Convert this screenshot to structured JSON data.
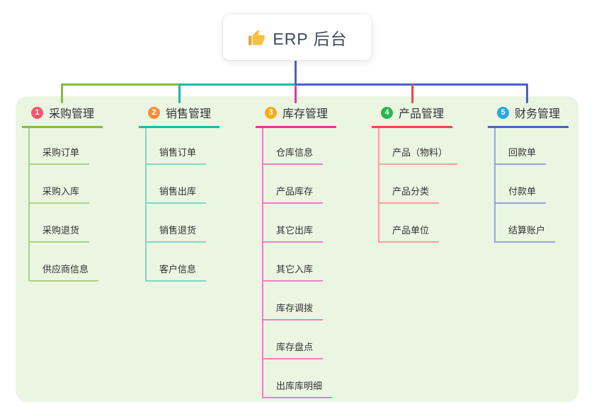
{
  "root": {
    "label": "ERP 后台",
    "icon": "thumbs-up-icon",
    "stem_color": "#4a60cb"
  },
  "canvas": {
    "panel_bg": "#eaf5e2"
  },
  "branches": [
    {
      "badge": "1",
      "label": "采购管理",
      "badge_color": "#f4586e",
      "line_color": "#82bd3e",
      "child_line_color": "#a9d385",
      "children": [
        "采购订单",
        "采购入库",
        "采购退货",
        "供应商信息"
      ]
    },
    {
      "badge": "2",
      "label": "销售管理",
      "badge_color": "#f7903e",
      "line_color": "#1cb8ae",
      "child_line_color": "#7fd6ca",
      "children": [
        "销售订单",
        "销售出库",
        "销售退货",
        "客户信息"
      ]
    },
    {
      "badge": "3",
      "label": "库存管理",
      "badge_color": "#f9ab18",
      "line_color": "#de37a4",
      "child_line_color": "#ef80c4",
      "children": [
        "仓库信息",
        "产品库存",
        "其它出库",
        "其它入库",
        "库存调拨",
        "库存盘点",
        "出库库明细"
      ]
    },
    {
      "badge": "4",
      "label": "产品管理",
      "badge_color": "#2db44f",
      "line_color": "#f5434d",
      "child_line_color": "#f7a0a2",
      "children": [
        "产品（物料）",
        "产品分类",
        "产品单位"
      ]
    },
    {
      "badge": "5",
      "label": "财务管理",
      "badge_color": "#27a9e1",
      "line_color": "#4a60cb",
      "child_line_color": "#97a6da",
      "children": [
        "回款单",
        "付款单",
        "结算账户"
      ]
    }
  ]
}
